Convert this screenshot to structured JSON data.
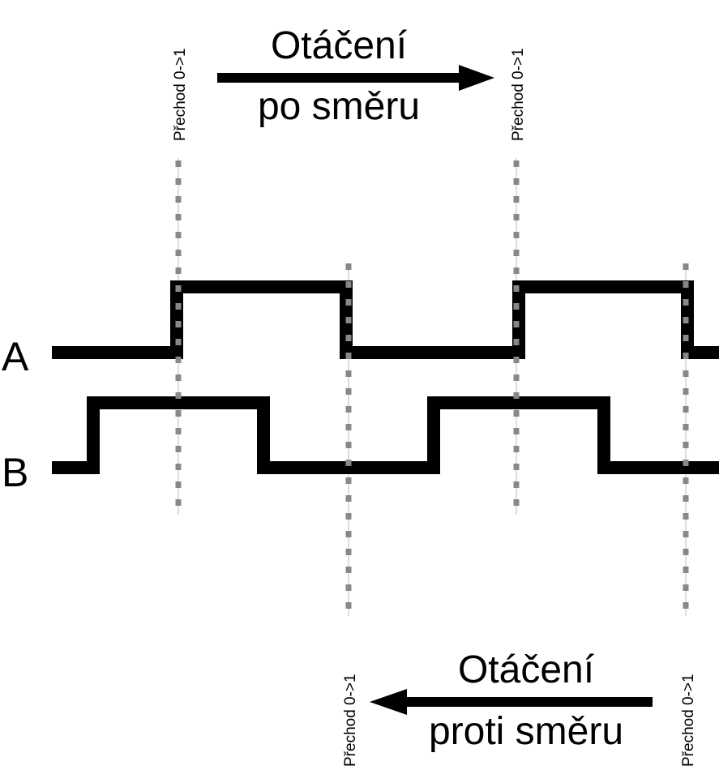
{
  "top_arrow": {
    "line1": "Otáčení",
    "line2": "po směru"
  },
  "bottom_arrow": {
    "line1": "Otáčení",
    "line2": "proti směru"
  },
  "channels": {
    "a": "A",
    "b": "B"
  },
  "transition_label": "Přechod 0->1",
  "colors": {
    "signal": "#000000",
    "marker": "#888888"
  }
}
